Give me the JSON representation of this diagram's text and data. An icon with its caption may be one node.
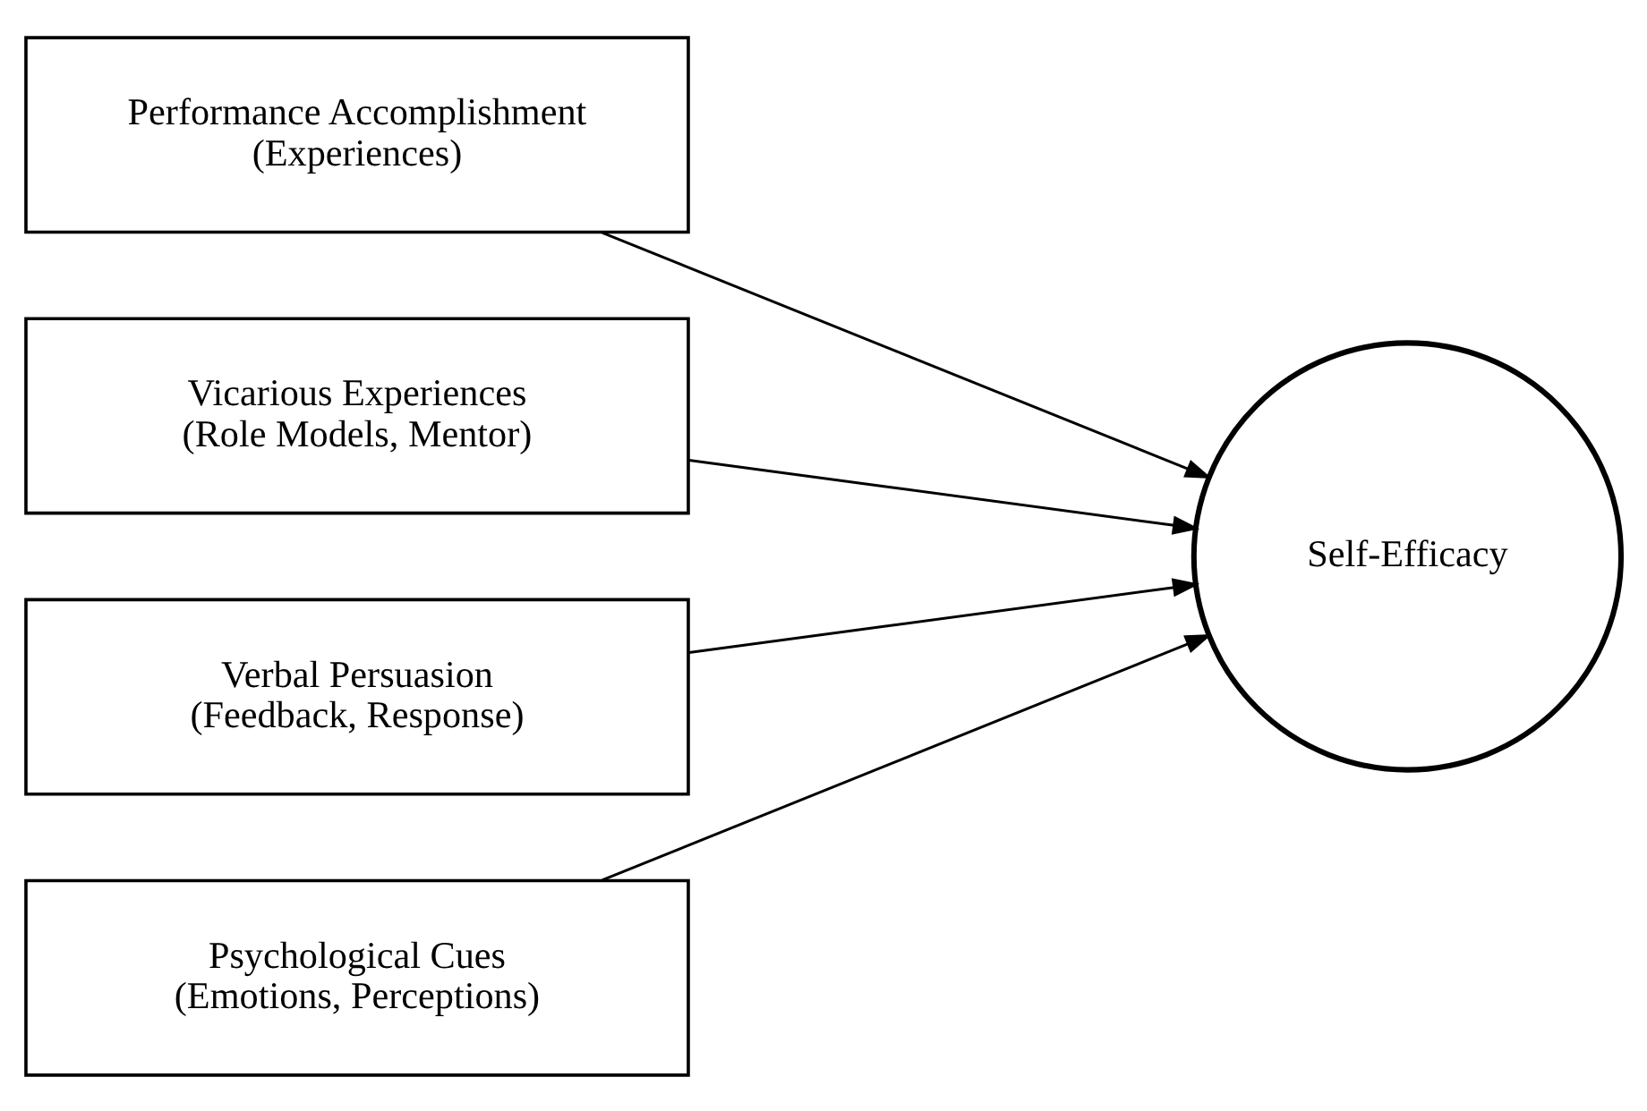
{
  "diagram": {
    "nodes": [
      {
        "text": [
          "Performance Accomplishment",
          "(Experiences)"
        ]
      },
      {
        "text": [
          "Vicarious Experiences",
          "(Role Models, Mentor)"
        ]
      },
      {
        "text": [
          "Verbal Persuasion",
          "(Feedback, Response)"
        ]
      },
      {
        "text": [
          "Psychological Cues",
          "(Emotions, Perceptions)"
        ]
      },
      {
        "text": [
          "Self-Efficacy"
        ]
      }
    ],
    "edges": [
      {
        "from": 0,
        "to": 4,
        "arrow": "to"
      },
      {
        "from": 1,
        "to": 4,
        "arrow": "to"
      },
      {
        "from": 2,
        "to": 4,
        "arrow": "to"
      },
      {
        "from": 3,
        "to": 4,
        "arrow": "to"
      }
    ]
  }
}
